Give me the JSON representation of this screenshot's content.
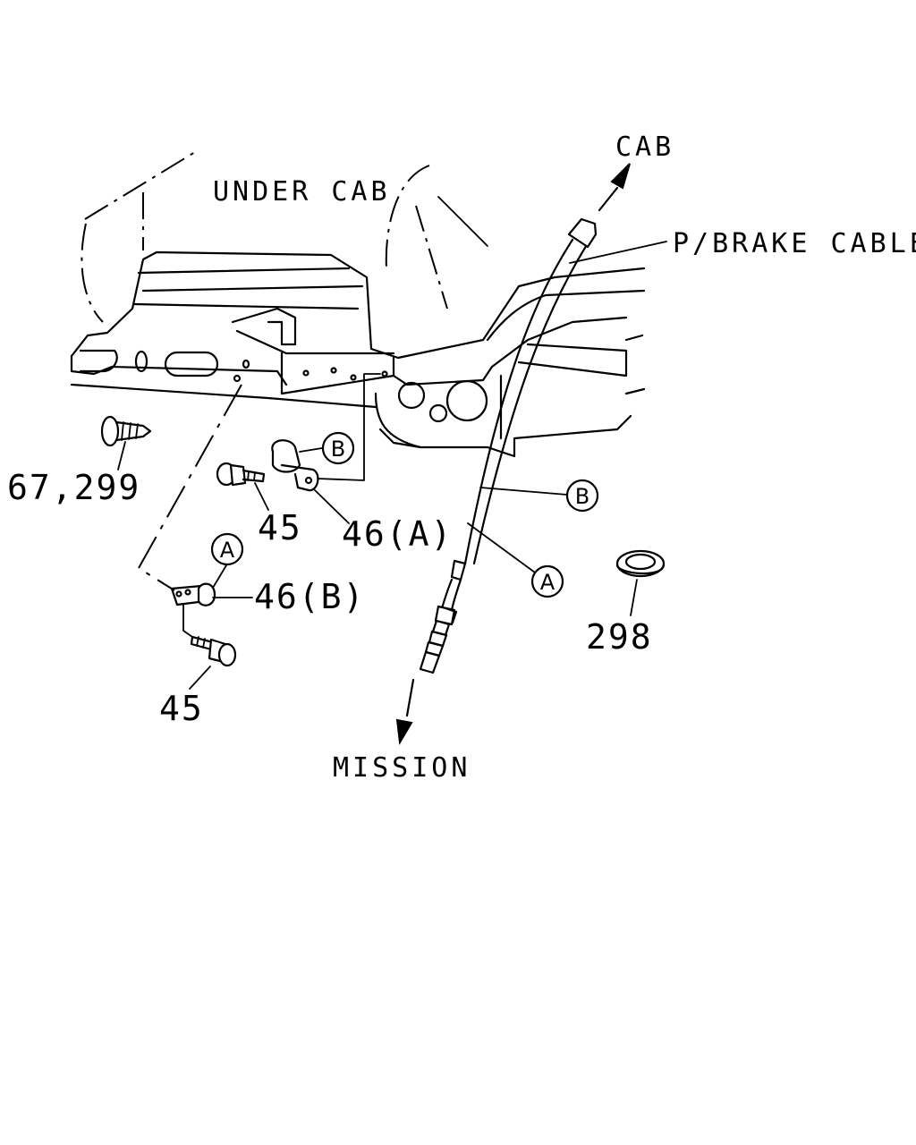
{
  "labels": {
    "cab": "CAB",
    "under_cab": "UNDER CAB",
    "p_brake_cable": "P/BRAKE CABLE",
    "mission": "MISSION"
  },
  "parts": {
    "screw": "67,299",
    "bolt_upper": "45",
    "clip_a": "46(A)",
    "clip_b": "46(B)",
    "bolt_lower": "45",
    "grommet": "298"
  },
  "callouts": {
    "a1": "A",
    "a2": "A",
    "b1": "B",
    "b2": "B"
  }
}
